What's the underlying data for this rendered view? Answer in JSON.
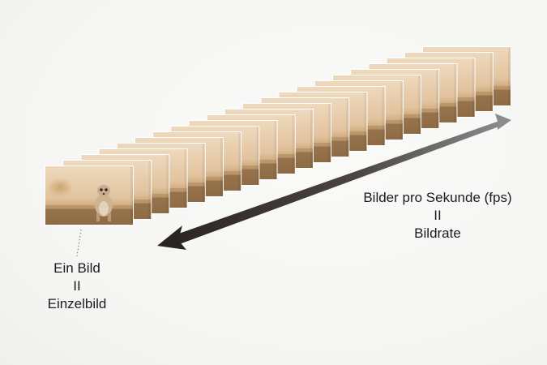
{
  "frames_label": {
    "line1": "Ein Bild",
    "line2": "II",
    "line3": "Einzelbild"
  },
  "rate_label": {
    "line1": "Bilder pro Sekunde (fps)",
    "line2": "II",
    "line3": "Bildrate"
  },
  "colors": {
    "background": "#f7f7f6",
    "arrow_dark": "#2a2522",
    "arrow_light": "#8c8c8c",
    "sky_warm": "#e8ccaa",
    "ground": "#8a6a44",
    "meerkat": "#cdb697"
  },
  "frame_count": 22
}
